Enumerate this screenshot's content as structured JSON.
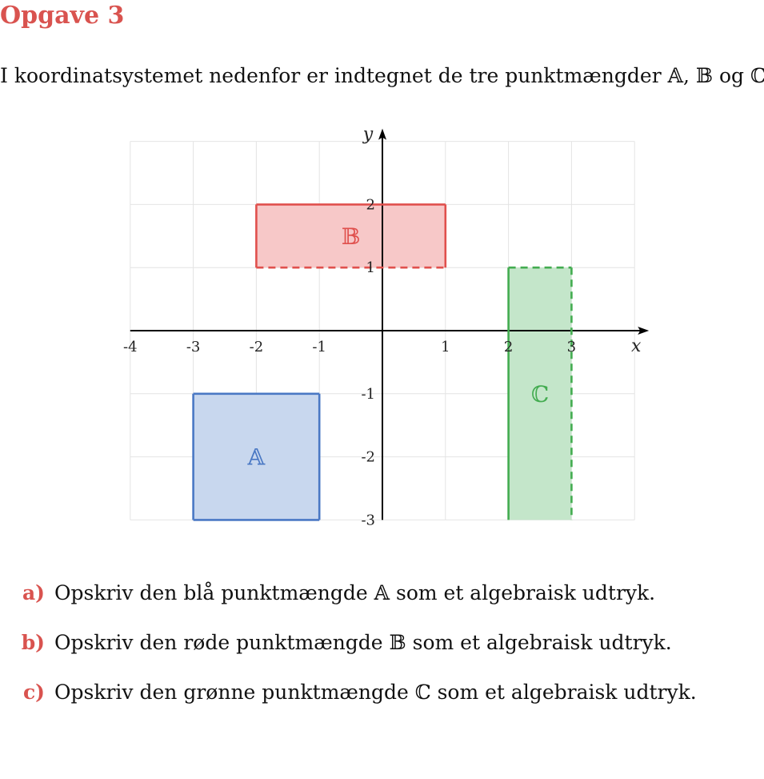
{
  "title": "Opgave 3",
  "intro": "I koordinatsystemet nedenfor er indtegnet de tre punktmængder 𝔸, 𝔹 og ℂ.",
  "chart_data": {
    "type": "diagram",
    "xlabel": "x",
    "ylabel": "y",
    "xlim": [
      -4,
      4
    ],
    "ylim": [
      -3,
      3
    ],
    "grid": true,
    "x_ticks": [
      -4,
      -3,
      -2,
      -1,
      1,
      2,
      3
    ],
    "y_ticks": [
      2,
      1,
      -1,
      -2,
      -3
    ],
    "regions": [
      {
        "name": "𝔹",
        "x": [
          -2,
          1
        ],
        "y": [
          1,
          2
        ],
        "color": "#e0504d",
        "fill": "#f7c8c8",
        "dashed_edges": [
          "bottom"
        ]
      },
      {
        "name": "ℂ",
        "x": [
          2,
          3
        ],
        "y": [
          -3,
          1
        ],
        "color": "#43ac50",
        "fill": "#c4e6ca",
        "dashed_edges": [
          "top",
          "right"
        ],
        "open_edges": [
          "bottom"
        ]
      },
      {
        "name": "𝔸",
        "x": [
          -3,
          -1
        ],
        "y": [
          -3,
          -1
        ],
        "color": "#4a78c4",
        "fill": "#c8d7ee",
        "dashed_edges": []
      }
    ]
  },
  "tasks": [
    {
      "label": "a)",
      "text": "Opskriv den blå punktmængde 𝔸 som et algebraisk udtryk."
    },
    {
      "label": "b)",
      "text": "Opskriv den røde punktmængde 𝔹 som et algebraisk udtryk."
    },
    {
      "label": "c)",
      "text": "Opskriv den grønne punktmængde ℂ som et algebraisk udtryk."
    }
  ]
}
